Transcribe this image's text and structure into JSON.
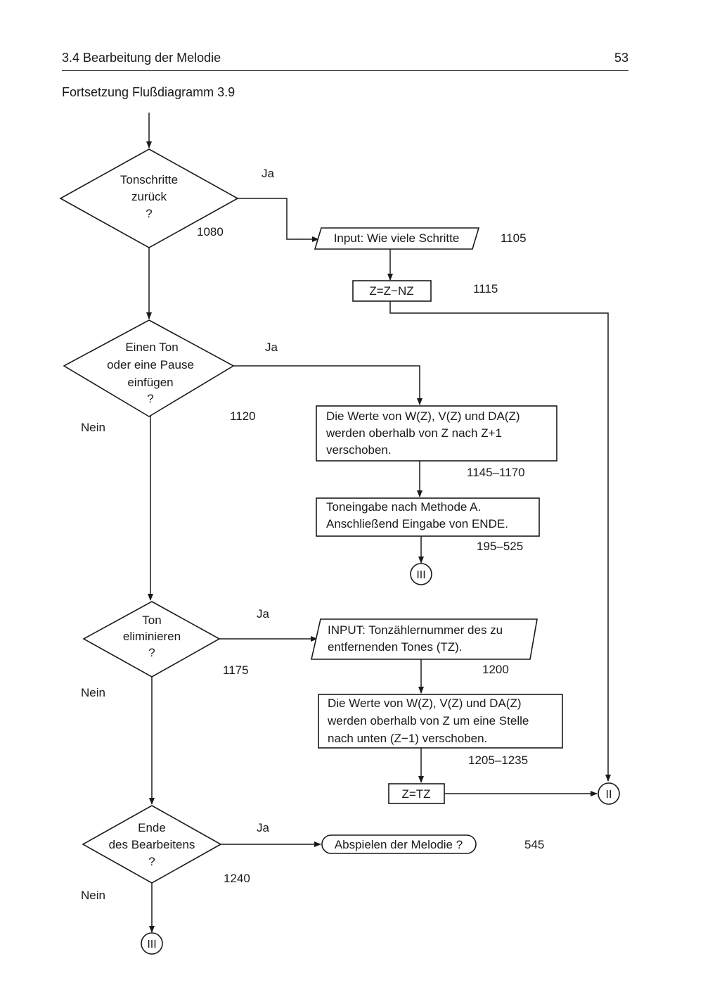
{
  "header": {
    "section": "3.4  Bearbeitung der Melodie",
    "page_number": "53"
  },
  "subtitle": "Fortsetzung Flußdiagramm 3.9",
  "labels": {
    "yes": "Ja",
    "no": "Nein"
  },
  "connectors": {
    "c2": "II",
    "c3": "III"
  },
  "d1": {
    "lines": [
      "Tonschritte",
      "zurück",
      "?"
    ],
    "number": "1080"
  },
  "io1105": {
    "text": "Input: Wie viele Schritte",
    "number": "1105"
  },
  "p1115": {
    "text": "Z=Z−NZ",
    "number": "1115"
  },
  "d2": {
    "lines": [
      "Einen Ton",
      "oder eine Pause",
      "einfügen",
      "?"
    ],
    "number": "1120"
  },
  "p1145": {
    "lines": [
      "Die Werte von W(Z), V(Z) und DA(Z)",
      "werden oberhalb von Z nach Z+1",
      "verschoben."
    ],
    "number": "1145–1170"
  },
  "p195": {
    "lines": [
      "Toneingabe nach Methode A.",
      "Anschließend Eingabe von ENDE."
    ],
    "number": "195–525"
  },
  "d3": {
    "lines": [
      "Ton",
      "eliminieren",
      "?"
    ],
    "number": "1175"
  },
  "io1200": {
    "lines": [
      "INPUT: Tonzählernummer des zu",
      "entfernenden Tones (TZ)."
    ],
    "number": "1200"
  },
  "p1205": {
    "lines": [
      "Die Werte von W(Z), V(Z) und DA(Z)",
      "werden oberhalb von Z um eine Stelle",
      "nach unten (Z−1) verschoben."
    ],
    "number": "1205–1235"
  },
  "p_tz": {
    "text": "Z=TZ"
  },
  "d4": {
    "lines": [
      "Ende",
      "des Bearbeitens",
      "?"
    ],
    "number": "1240"
  },
  "t545": {
    "text": "Abspielen der Melodie ?",
    "number": "545"
  }
}
